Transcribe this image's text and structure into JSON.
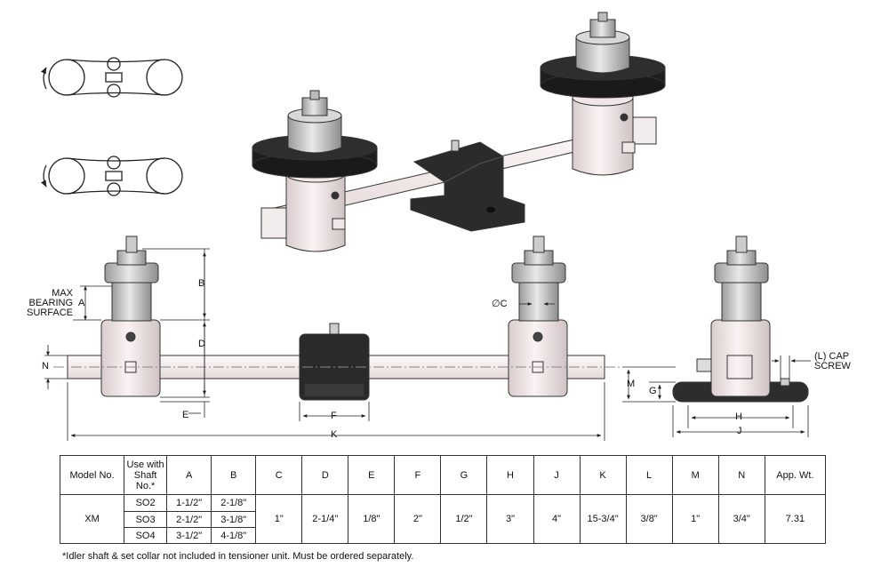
{
  "dimension_labels": {
    "max_bearing_surface": "MAX\nBEARING\nSURFACE",
    "a": "A",
    "b": "B",
    "c": "∅C",
    "d": "D",
    "e": "E",
    "f": "F",
    "g": "G",
    "h": "H",
    "j": "J",
    "k": "K",
    "m": "M",
    "n": "N",
    "cap_screw": "(L) CAP\nSCREW"
  },
  "table": {
    "headers": [
      "Model No.",
      "Use with\nShaft\nNo.*",
      "A",
      "B",
      "C",
      "D",
      "E",
      "F",
      "G",
      "H",
      "J",
      "K",
      "L",
      "M",
      "N",
      "App. Wt."
    ],
    "model": "XM",
    "shaft_rows": [
      {
        "shaft": "SO2",
        "a": "1-1/2\"",
        "b": "2-1/8\""
      },
      {
        "shaft": "SO3",
        "a": "2-1/2\"",
        "b": "3-1/8\""
      },
      {
        "shaft": "SO4",
        "a": "3-1/2\"",
        "b": "4-1/8\""
      }
    ],
    "common": {
      "c": "1\"",
      "d": "2-1/4\"",
      "e": "1/8\"",
      "f": "2\"",
      "g": "1/2\"",
      "h": "3\"",
      "j": "4\"",
      "k": "15-3/4\"",
      "l": "3/8\"",
      "m": "1\"",
      "n": "3/4\"",
      "wt": "7.31"
    }
  },
  "footnote": "*Idler shaft & set collar not included in tensioner unit. Must be ordered separately.",
  "colors": {
    "bearing": "#f6ecec",
    "shaft": "#f4ecec",
    "collar": "#c8c8c8",
    "sprocket": "#262626",
    "bracket": "#2a2a2a",
    "line": "#222222"
  },
  "icons": [
    "rotation-ccw-icon",
    "rotation-cw-icon"
  ]
}
